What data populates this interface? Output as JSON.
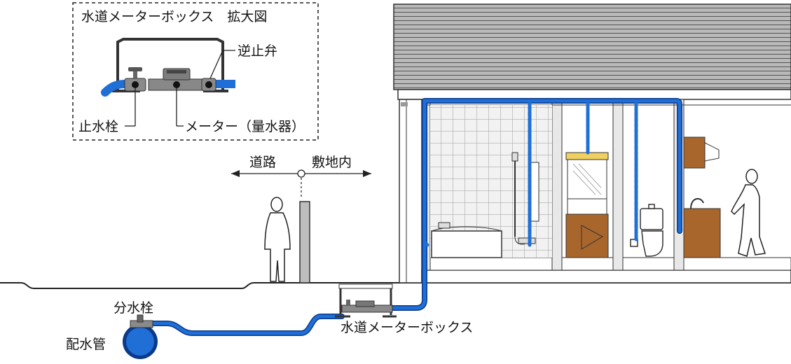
{
  "inset": {
    "title": "水道メーターボックス　拡大図",
    "check_valve": "逆止弁",
    "stop_valve": "止水栓",
    "meter": "メーター（量水器）"
  },
  "boundary": {
    "road": "道路",
    "premises": "敷地内"
  },
  "labels": {
    "branch_valve": "分水栓",
    "water_main": "配水管",
    "meter_box": "水道メーターボックス"
  },
  "colors": {
    "pipe": "#1f6fd6",
    "pipe_dark": "#0b3a8a",
    "roof": "#9a9a9a",
    "wood": "#a8662d",
    "wall": "#e8e8e8"
  }
}
